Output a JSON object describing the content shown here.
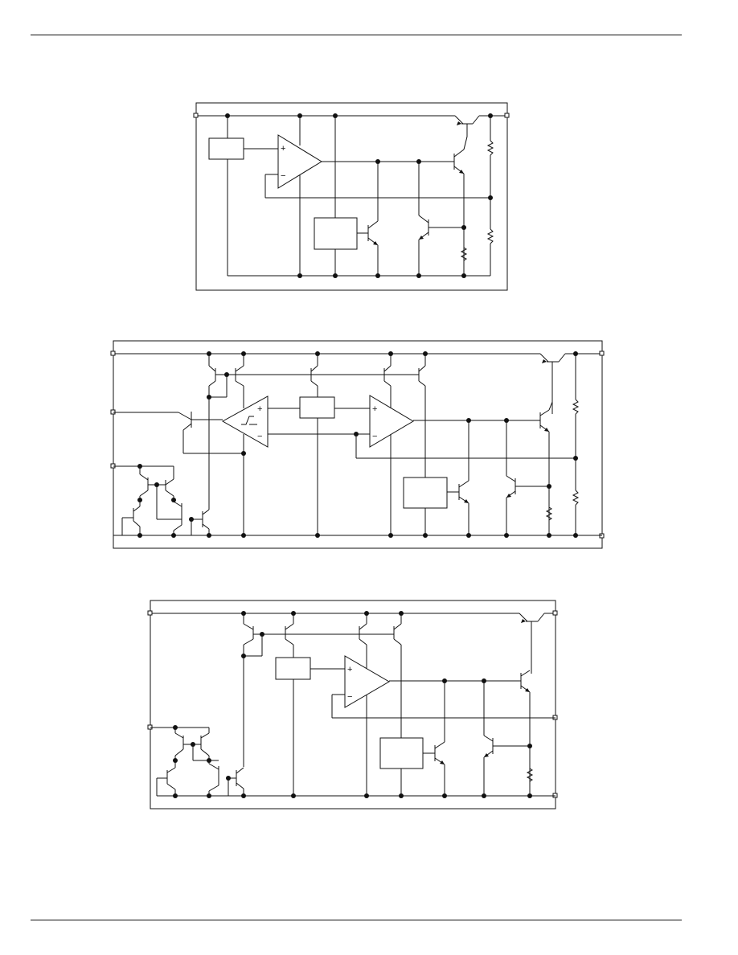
{
  "page": {
    "header_rule": true,
    "footer_rule": true
  },
  "diagrams": [
    {
      "id": "schematic-1",
      "opamp_plus": "+",
      "opamp_minus": "−"
    },
    {
      "id": "schematic-2",
      "comparator_plus": "+",
      "comparator_minus": "−",
      "opamp_plus": "+",
      "opamp_minus": "−"
    },
    {
      "id": "schematic-3",
      "opamp_plus": "+",
      "opamp_minus": "−"
    }
  ]
}
